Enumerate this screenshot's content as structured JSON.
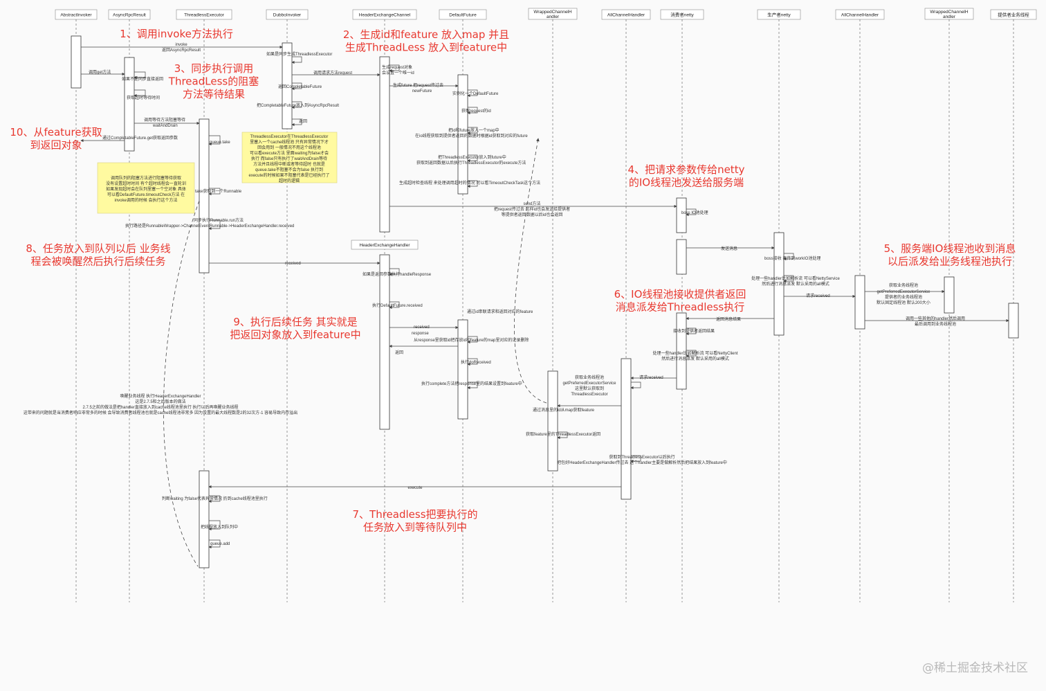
{
  "participants": [
    {
      "id": "ai",
      "label": "AbstractInvoker"
    },
    {
      "id": "arr",
      "label": "AsyncRpcResult"
    },
    {
      "id": "tle",
      "label": "ThreadlessExecutor"
    },
    {
      "id": "di",
      "label": "DubboInvoker"
    },
    {
      "id": "hec",
      "label": "HeaderExchangeChannel"
    },
    {
      "id": "df",
      "label": "DefaultFuture"
    },
    {
      "id": "wch1",
      "label": "WrappedChannelHandler"
    },
    {
      "id": "ach1",
      "label": "AllChannelHandler"
    },
    {
      "id": "cn",
      "label": "消费者netty"
    },
    {
      "id": "pn",
      "label": "生产者netty"
    },
    {
      "id": "ach2",
      "label": "AllChannelHandler"
    },
    {
      "id": "wch2",
      "label": "WrappedChannelHandler"
    },
    {
      "id": "ptp",
      "label": "提供者业务线程"
    }
  ],
  "header_exchange_handler_label": "HeaderExchangeHandler",
  "annotations": [
    {
      "id": "a1",
      "lines": [
        "1、调用invoke方法执行"
      ]
    },
    {
      "id": "a2",
      "lines": [
        "2、生成id和feature 放入map 并且",
        "生成ThreadLess 放入到feature中"
      ]
    },
    {
      "id": "a3",
      "lines": [
        "3、同步执行调用",
        "ThreadLess的阻塞",
        "方法等待结果"
      ]
    },
    {
      "id": "a4",
      "lines": [
        "4、把请求参数传给netty",
        "的IO线程池发送给服务端"
      ]
    },
    {
      "id": "a5",
      "lines": [
        "5、服务端IO线程池收到消息",
        "以后派发给业务线程池执行"
      ]
    },
    {
      "id": "a6",
      "lines": [
        "6、IO线程池接收提供者返回",
        "消息派发给Threadless执行"
      ]
    },
    {
      "id": "a7",
      "lines": [
        "7、Threadless把要执行的",
        "任务放入到等待队列中"
      ]
    },
    {
      "id": "a8",
      "lines": [
        "8、任务放入到队列以后 业务线",
        "程会被唤醒然后执行后续任务"
      ]
    },
    {
      "id": "a9",
      "lines": [
        "9、执行后续任务 其实就是",
        "把返回对象放入到feature中"
      ]
    },
    {
      "id": "a10",
      "lines": [
        "10、从feature获取",
        "到返回对象"
      ]
    }
  ],
  "notes": {
    "note1": [
      "ThreadlessExecutor在ThreadlessExecutor",
      "里塞入一个cache线程池 只有异常情况下才",
      "回会用到 一般情况不用这个线程池",
      "可以看execute方法 里面waiting为false才会",
      "执行 而false只有执行了waitAndDrain等待",
      "方法并且线程中断或者等待超时 也就是",
      "queue.take不阻塞不会为false 执行到",
      "execute的时候如果不阻塞代表是已经执行了",
      "超时的逻辑"
    ],
    "note2": [
      "调用队列的阻塞方法进行阻塞等待获取",
      "没有设置超时时间 有个超时线程会一直轮训",
      "如果发现超时会在队列里塞一个空对象 具体",
      "可以看DefaultFuture.timeoutCheck方法 在",
      "invoke调用的时候 会执行这个方法"
    ],
    "note3": [
      "唤醒业务线程 执行HeaderExchangeHandler",
      "这是2.7.5和之后版本的做法",
      "2.7.5之前的做法是把handler直接放入到cache线程池里执行 执行以后再唤醒业务线程",
      "这带来的问题就是当消费者响应非常多的时候 会导致消费者线程池也就是cache线程池非常多 因为设置的最大线程数是2的32次方-1 容易导致内存溢出"
    ]
  },
  "messages": {
    "m1": "invoke",
    "m2": "返回AsyncRpcResult",
    "m3": "如果是同步生成ThreadlessExecutor",
    "m4": "调用get方法",
    "m5": "如果不是同步直接返回",
    "m6": "获取超时等待时间",
    "m7": "调用等待方法阻塞等待",
    "m8": "waitAndDrain",
    "m9": "通过CompletableFuture.get获取返回参数",
    "m10": "调用请求方法request",
    "m11": "返回CompletableFuture",
    "m12": "把CompletableFuture放入到AsyncRpcResult",
    "m13": "返回",
    "m14": "生成request对象",
    "m15": "会设置一个唯一id",
    "m16": "生成future 把request传过去",
    "m17": "newFuture",
    "m18": "实例化一个DefaultFuture",
    "m19": "获取request的id",
    "m20": "把id和future放入一个map中",
    "m21": "在io线程获取到提供者返回的数据时根据id获取到对应的future",
    "m22": "把ThreadlessExecutor放入到future中",
    "m23": "获取到返回数据以后执行ThreadlessExecutor的execute方法",
    "m24": "生成超时检查线程 来处理调用超时的情况 可以看TimeoutCheckTask这个方法",
    "m25": "queue.take",
    "m26": "take获取到一个Runnable",
    "m27": "send方法",
    "m28": "把request传过去 这样id也会发送给提供者",
    "m29": "等提供者返回数据以后id也会返回",
    "m30": "boss IO池处理",
    "m31": "发送消息",
    "m32": "boss接收 再传到workIO池处理",
    "m33": "处理一些handler比如解析流 可以看NettyService",
    "m34": "然后进行消息派发 默认采用的all模式",
    "m35": "请求received",
    "m36": "获取业务线程池",
    "m37": "getPreferredExecutorService",
    "m38": "提供者的业务线程池",
    "m39": "默认固定线程池 默认200大小",
    "m40": "调用一些其他的handler然后调用",
    "m41": "最后调用到业务线程池",
    "m42": "同步执行Runnable.run方法",
    "m43": "执行路径是RunnableWrapper->ChannelEventRunnable->HeaderExchangeHandler.received",
    "m44": "received",
    "m45": "如果是返回参数执行handleResponse",
    "m46": "执行DefaultFuture.received",
    "m47": "通过id串联请求和返回对应的feature",
    "m48": "received",
    "m49": "response",
    "m50": "从response里获取id把存放id和feature的map里对应的记录删除",
    "m51": "返回",
    "m52": "执行doReceived",
    "m53": "执行complete方法把response里的结果设置到feature中",
    "m54": "返回消息结果",
    "m55": "接收到提供者返回结果",
    "m56": "处理一些handler比如解析流 可以看NettyClient",
    "m57": "然后进行消息派发 默认采用的all模式",
    "m58": "请求received",
    "m59": "获取业务线程池",
    "m60": "getPreferredExecutorService",
    "m61": "这里默认获取到",
    "m62": "ThreadlessExecutor",
    "m63": "通过消息里的id从map获取feature",
    "m64": "获取feature里的ThreadlessExecutor返回",
    "m65": "获取到ThreadlessExecutor以后执行",
    "m66": "把包好HeaderExchangeHandler传过去 这个handler主要是做解析然后把结果放入到feature中",
    "m67": "execute",
    "m68": "判断waiting 为false代表异常情况 扔到cache线程池里执行",
    "m69": "把线程放入到队列中",
    "m70": "queue.add"
  },
  "watermark": "@稀土掘金技术社区"
}
